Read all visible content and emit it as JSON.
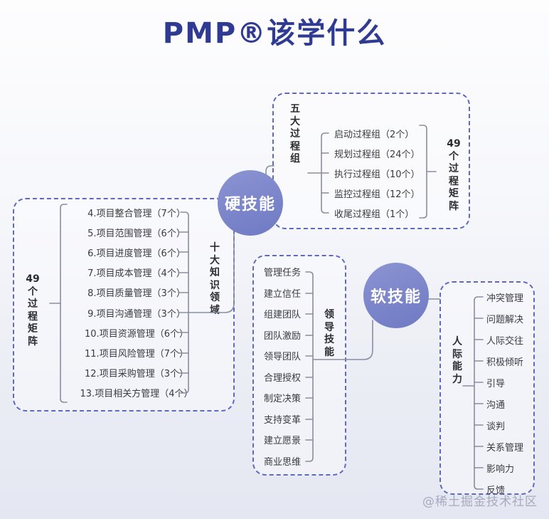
{
  "title": "PMP®该学什么",
  "colors": {
    "title": "#2f3b92",
    "circle_fill": "#7b85c9",
    "box_border": "#5e69c1",
    "connector_line": "#898da1",
    "item_text": "#3a3a40",
    "watermark": "#9ca0b6"
  },
  "hard_skill_circle": {
    "label": "硬技能"
  },
  "soft_skill_circle": {
    "label": "软技能"
  },
  "process_groups_box": {
    "side_label": "五大过程组",
    "right_label": "49个过程矩阵",
    "items": [
      "启动过程组（2个）",
      "规划过程组（24个）",
      "执行过程组（10个）",
      "监控过程组（12个）",
      "收尾过程组（1个）"
    ]
  },
  "knowledge_areas_box": {
    "left_label": "49个过程矩阵",
    "right_label": "十大知识领域",
    "items": [
      "4.项目整合管理（7个）",
      "5.项目范围管理（6个）",
      "6.项目进度管理（6个）",
      "7.项目成本管理（4个）",
      "8.项目质量管理（3个）",
      "9.项目沟通管理（3个）",
      "10.项目资源管理（6个）",
      "11.项目风险管理（7个）",
      "12.项目采购管理（3个）",
      "13.项目相关方管理（4个）"
    ]
  },
  "leadership_box": {
    "side_label": "领导技能",
    "items": [
      "管理任务",
      "建立信任",
      "组建团队",
      "团队激励",
      "领导团队",
      "合理授权",
      "制定决策",
      "支持变革",
      "建立愿景",
      "商业思维"
    ]
  },
  "interpersonal_box": {
    "side_label": "人际能力",
    "items": [
      "冲突管理",
      "问题解决",
      "人际交往",
      "积极倾听",
      "引导",
      "沟通",
      "谈判",
      "关系管理",
      "影响力",
      "反馈"
    ]
  },
  "watermark": "@稀土掘金技术社区"
}
